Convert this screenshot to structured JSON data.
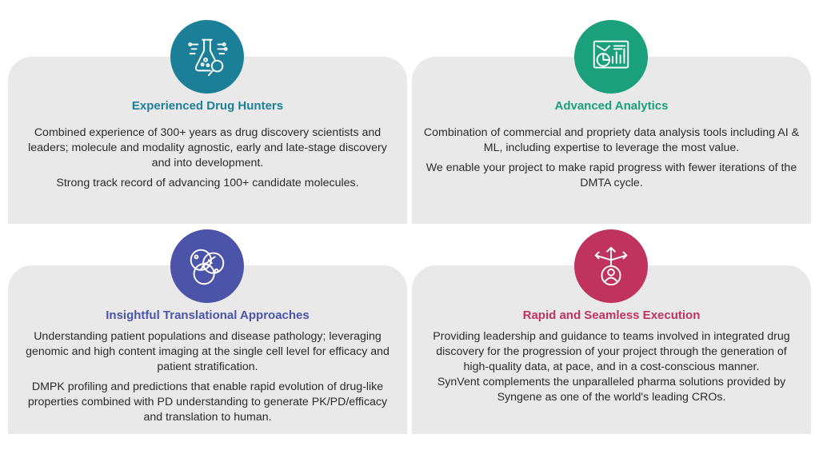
{
  "cards": [
    {
      "title": "Experienced Drug Hunters",
      "color": "#1c7f98",
      "icon": "flask-search-icon",
      "paragraphs": [
        "Combined experience of 300+ years as drug discovery scientists and leaders; molecule and modality agnostic, early and late-stage discovery and into development.",
        "Strong track record of advancing 100+ candidate molecules."
      ]
    },
    {
      "title": "Advanced Analytics",
      "color": "#1aa07a",
      "icon": "analytics-dashboard-icon",
      "paragraphs": [
        "Combination of commercial and propriety data analysis tools including AI & ML, including expertise to leverage the most value.",
        "We enable your project to make rapid progress with fewer iterations of the DMTA cycle."
      ]
    },
    {
      "title": "Insightful Translational Approaches",
      "color": "#4b54a8",
      "icon": "cells-dna-icon",
      "paragraphs": [
        "Understanding patient populations and disease pathology; leveraging genomic and high content imaging at the single cell level for efficacy and patient stratification.",
        "DMPK profiling and predictions that enable rapid evolution of drug-like properties combined with PD understanding to generate PK/PD/efficacy and translation to human."
      ]
    },
    {
      "title": "Rapid and Seamless Execution",
      "color": "#c0335e",
      "icon": "person-arrows-icon",
      "paragraphs": [
        "Providing leadership and guidance to teams involved in integrated drug discovery for the progression of your project through the generation of high-quality data, at pace, and in a cost-conscious manner.",
        "SynVent complements the unparalleled pharma solutions provided by Syngene as one of the world's leading CROs."
      ]
    }
  ]
}
